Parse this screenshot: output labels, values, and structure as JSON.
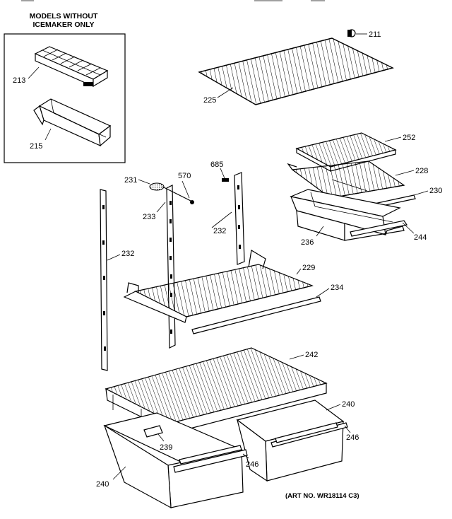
{
  "inset": {
    "title_line1": "MODELS WITHOUT",
    "title_line2": "ICEMAKER ONLY"
  },
  "art_number": "(ART NO. WR18114 C3)",
  "callouts": {
    "c211": "211",
    "c213": "213",
    "c215": "215",
    "c225": "225",
    "c252": "252",
    "c228": "228",
    "c230": "230",
    "c244": "244",
    "c236": "236",
    "c685": "685",
    "c570": "570",
    "c231": "231",
    "c233": "233",
    "c232a": "232",
    "c232b": "232",
    "c229": "229",
    "c234": "234",
    "c242": "242",
    "c240a": "240",
    "c246a": "246",
    "c239": "239",
    "c246b": "246",
    "c240b": "240"
  }
}
